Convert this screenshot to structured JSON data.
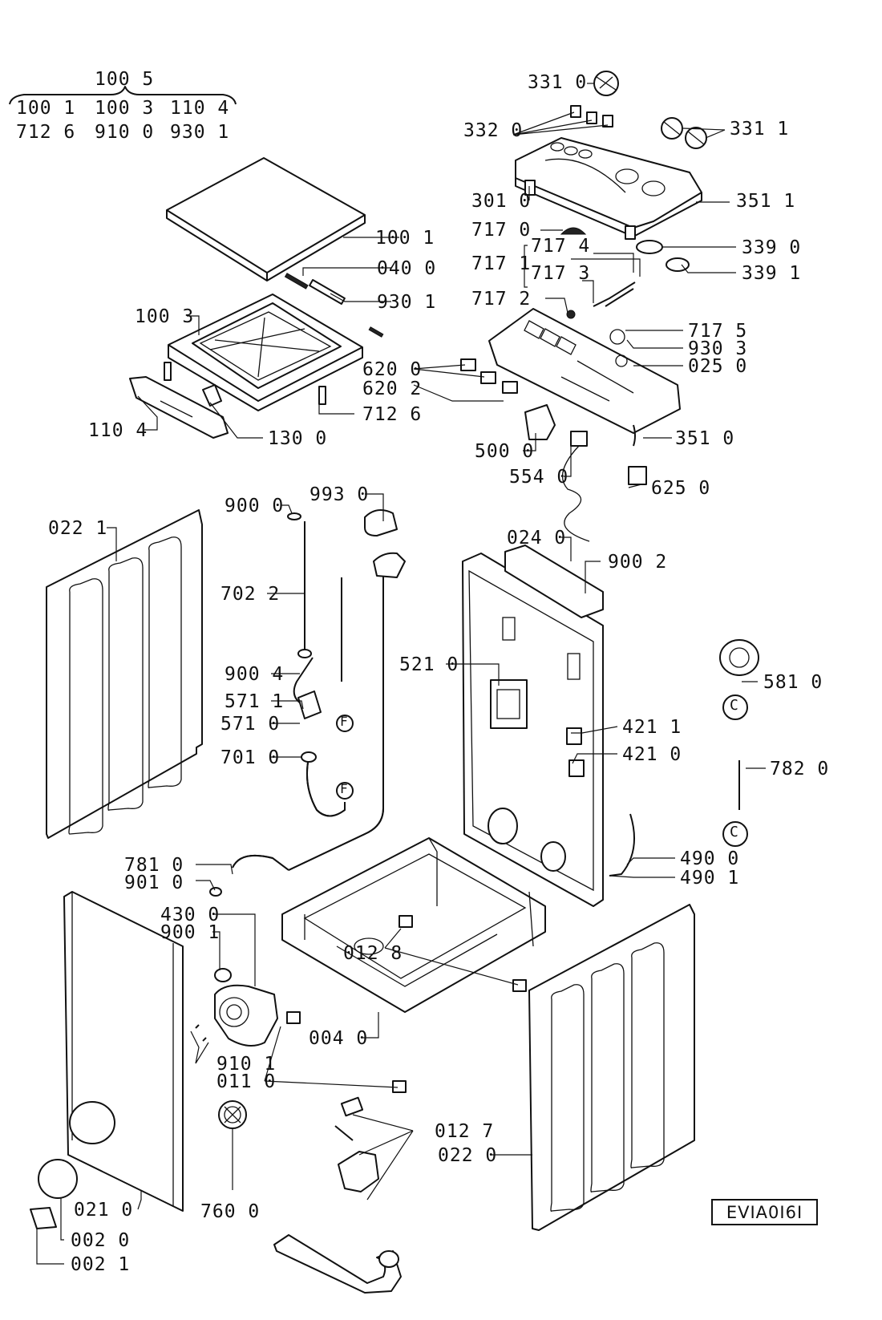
{
  "header": {
    "kit_label": "100 5",
    "kit_row1": [
      "100 1",
      "100 3",
      "110 4"
    ],
    "kit_row2": [
      "712 6",
      "910 0",
      "930 1"
    ]
  },
  "labels": [
    {
      "id": "331-0",
      "text": "331 0"
    },
    {
      "id": "332-0",
      "text": "332 0"
    },
    {
      "id": "331-1",
      "text": "331 1"
    },
    {
      "id": "301-0",
      "text": "301 0"
    },
    {
      "id": "351-1",
      "text": "351 1"
    },
    {
      "id": "717-0",
      "text": "717 0"
    },
    {
      "id": "717-4",
      "text": "717 4"
    },
    {
      "id": "339-0",
      "text": "339 0"
    },
    {
      "id": "717-1",
      "text": "717 1"
    },
    {
      "id": "717-3",
      "text": "717 3"
    },
    {
      "id": "339-1",
      "text": "339 1"
    },
    {
      "id": "717-2",
      "text": "717 2"
    },
    {
      "id": "717-5",
      "text": "717 5"
    },
    {
      "id": "930-3",
      "text": "930 3"
    },
    {
      "id": "025-0",
      "text": "025 0"
    },
    {
      "id": "620-0",
      "text": "620 0"
    },
    {
      "id": "620-2",
      "text": "620 2"
    },
    {
      "id": "100-1",
      "text": "100 1"
    },
    {
      "id": "040-0",
      "text": "040 0"
    },
    {
      "id": "930-1",
      "text": "930 1"
    },
    {
      "id": "100-3",
      "text": "100 3"
    },
    {
      "id": "712-6",
      "text": "712 6"
    },
    {
      "id": "110-4",
      "text": "110 4"
    },
    {
      "id": "130-0",
      "text": "130 0"
    },
    {
      "id": "500-0",
      "text": "500 0"
    },
    {
      "id": "351-0",
      "text": "351 0"
    },
    {
      "id": "554-0",
      "text": "554 0"
    },
    {
      "id": "625-0",
      "text": "625 0"
    },
    {
      "id": "900-0",
      "text": "900 0"
    },
    {
      "id": "993-0",
      "text": "993 0"
    },
    {
      "id": "022-1",
      "text": "022 1"
    },
    {
      "id": "024-0",
      "text": "024 0"
    },
    {
      "id": "900-2",
      "text": "900 2"
    },
    {
      "id": "702-2",
      "text": "702 2"
    },
    {
      "id": "521-0",
      "text": "521 0"
    },
    {
      "id": "900-4",
      "text": "900 4"
    },
    {
      "id": "581-0",
      "text": "581 0"
    },
    {
      "id": "571-1",
      "text": "571 1"
    },
    {
      "id": "571-0",
      "text": "571 0"
    },
    {
      "id": "421-1",
      "text": "421 1"
    },
    {
      "id": "701-0",
      "text": "701 0"
    },
    {
      "id": "421-0",
      "text": "421 0"
    },
    {
      "id": "782-0",
      "text": "782 0"
    },
    {
      "id": "781-0",
      "text": "781 0"
    },
    {
      "id": "490-0",
      "text": "490 0"
    },
    {
      "id": "901-0",
      "text": "901 0"
    },
    {
      "id": "490-1",
      "text": "490 1"
    },
    {
      "id": "430-0",
      "text": "430 0"
    },
    {
      "id": "900-1",
      "text": "900 1"
    },
    {
      "id": "012-8",
      "text": "012 8"
    },
    {
      "id": "004-0",
      "text": "004 0"
    },
    {
      "id": "910-1",
      "text": "910 1"
    },
    {
      "id": "011-0",
      "text": "011 0"
    },
    {
      "id": "012-7",
      "text": "012 7"
    },
    {
      "id": "022-0",
      "text": "022 0"
    },
    {
      "id": "021-0",
      "text": "021 0"
    },
    {
      "id": "760-0",
      "text": "760 0"
    },
    {
      "id": "002-0",
      "text": "002 0"
    },
    {
      "id": "002-1",
      "text": "002 1"
    }
  ],
  "connectors": [
    "F",
    "F",
    "C",
    "C"
  ],
  "drawing_ref": "EVIA0I6I"
}
